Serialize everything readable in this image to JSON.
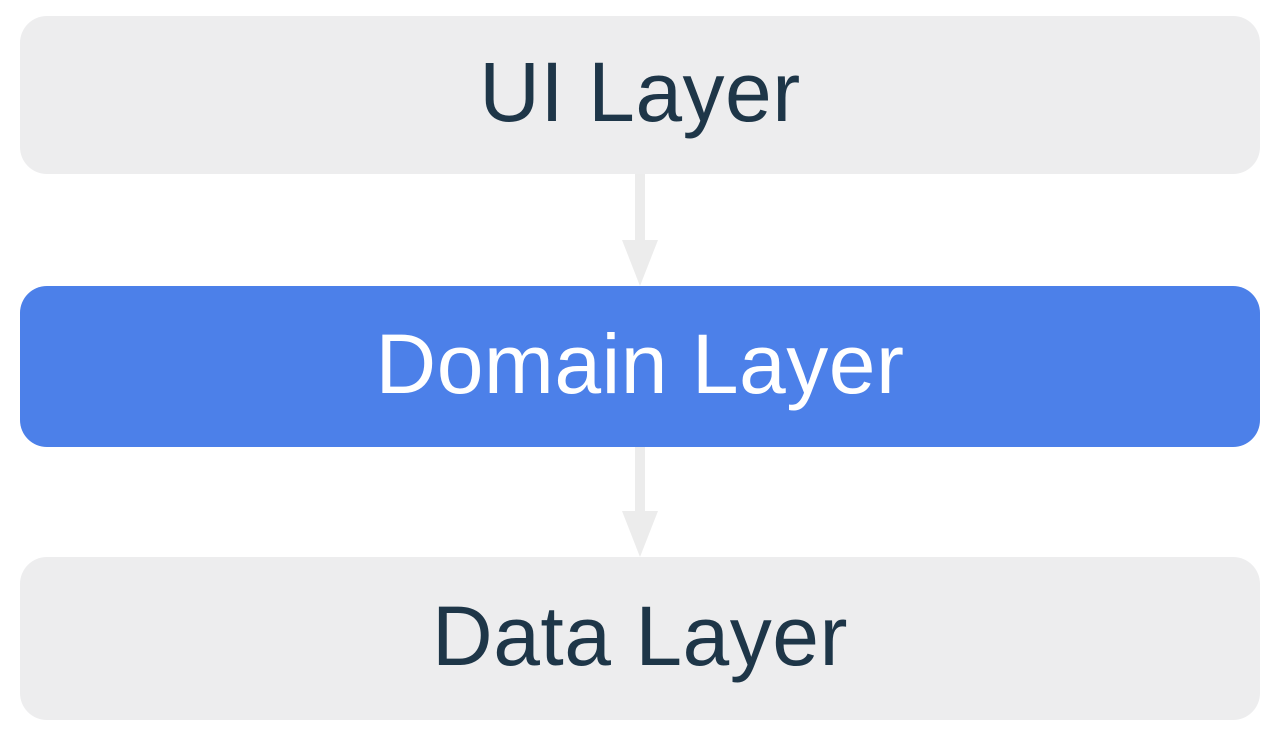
{
  "diagram": {
    "type": "layered-architecture",
    "background_color": "#FFFFFF",
    "nodes": [
      {
        "id": "ui-layer",
        "label": "UI Layer",
        "bg_color": "#EDEDEE",
        "text_color": "#1E3648",
        "highlighted": false
      },
      {
        "id": "domain-layer",
        "label": "Domain Layer",
        "bg_color": "#4C80E9",
        "text_color": "#FFFFFF",
        "highlighted": true
      },
      {
        "id": "data-layer",
        "label": "Data Layer",
        "bg_color": "#EDEDEE",
        "text_color": "#1E3648",
        "highlighted": false
      }
    ],
    "edges": [
      {
        "from": "UI Layer",
        "to": "Domain Layer",
        "direction": "down",
        "color": "#ECECEC"
      },
      {
        "from": "Domain Layer",
        "to": "Data Layer",
        "direction": "down",
        "color": "#ECECEC"
      }
    ]
  }
}
